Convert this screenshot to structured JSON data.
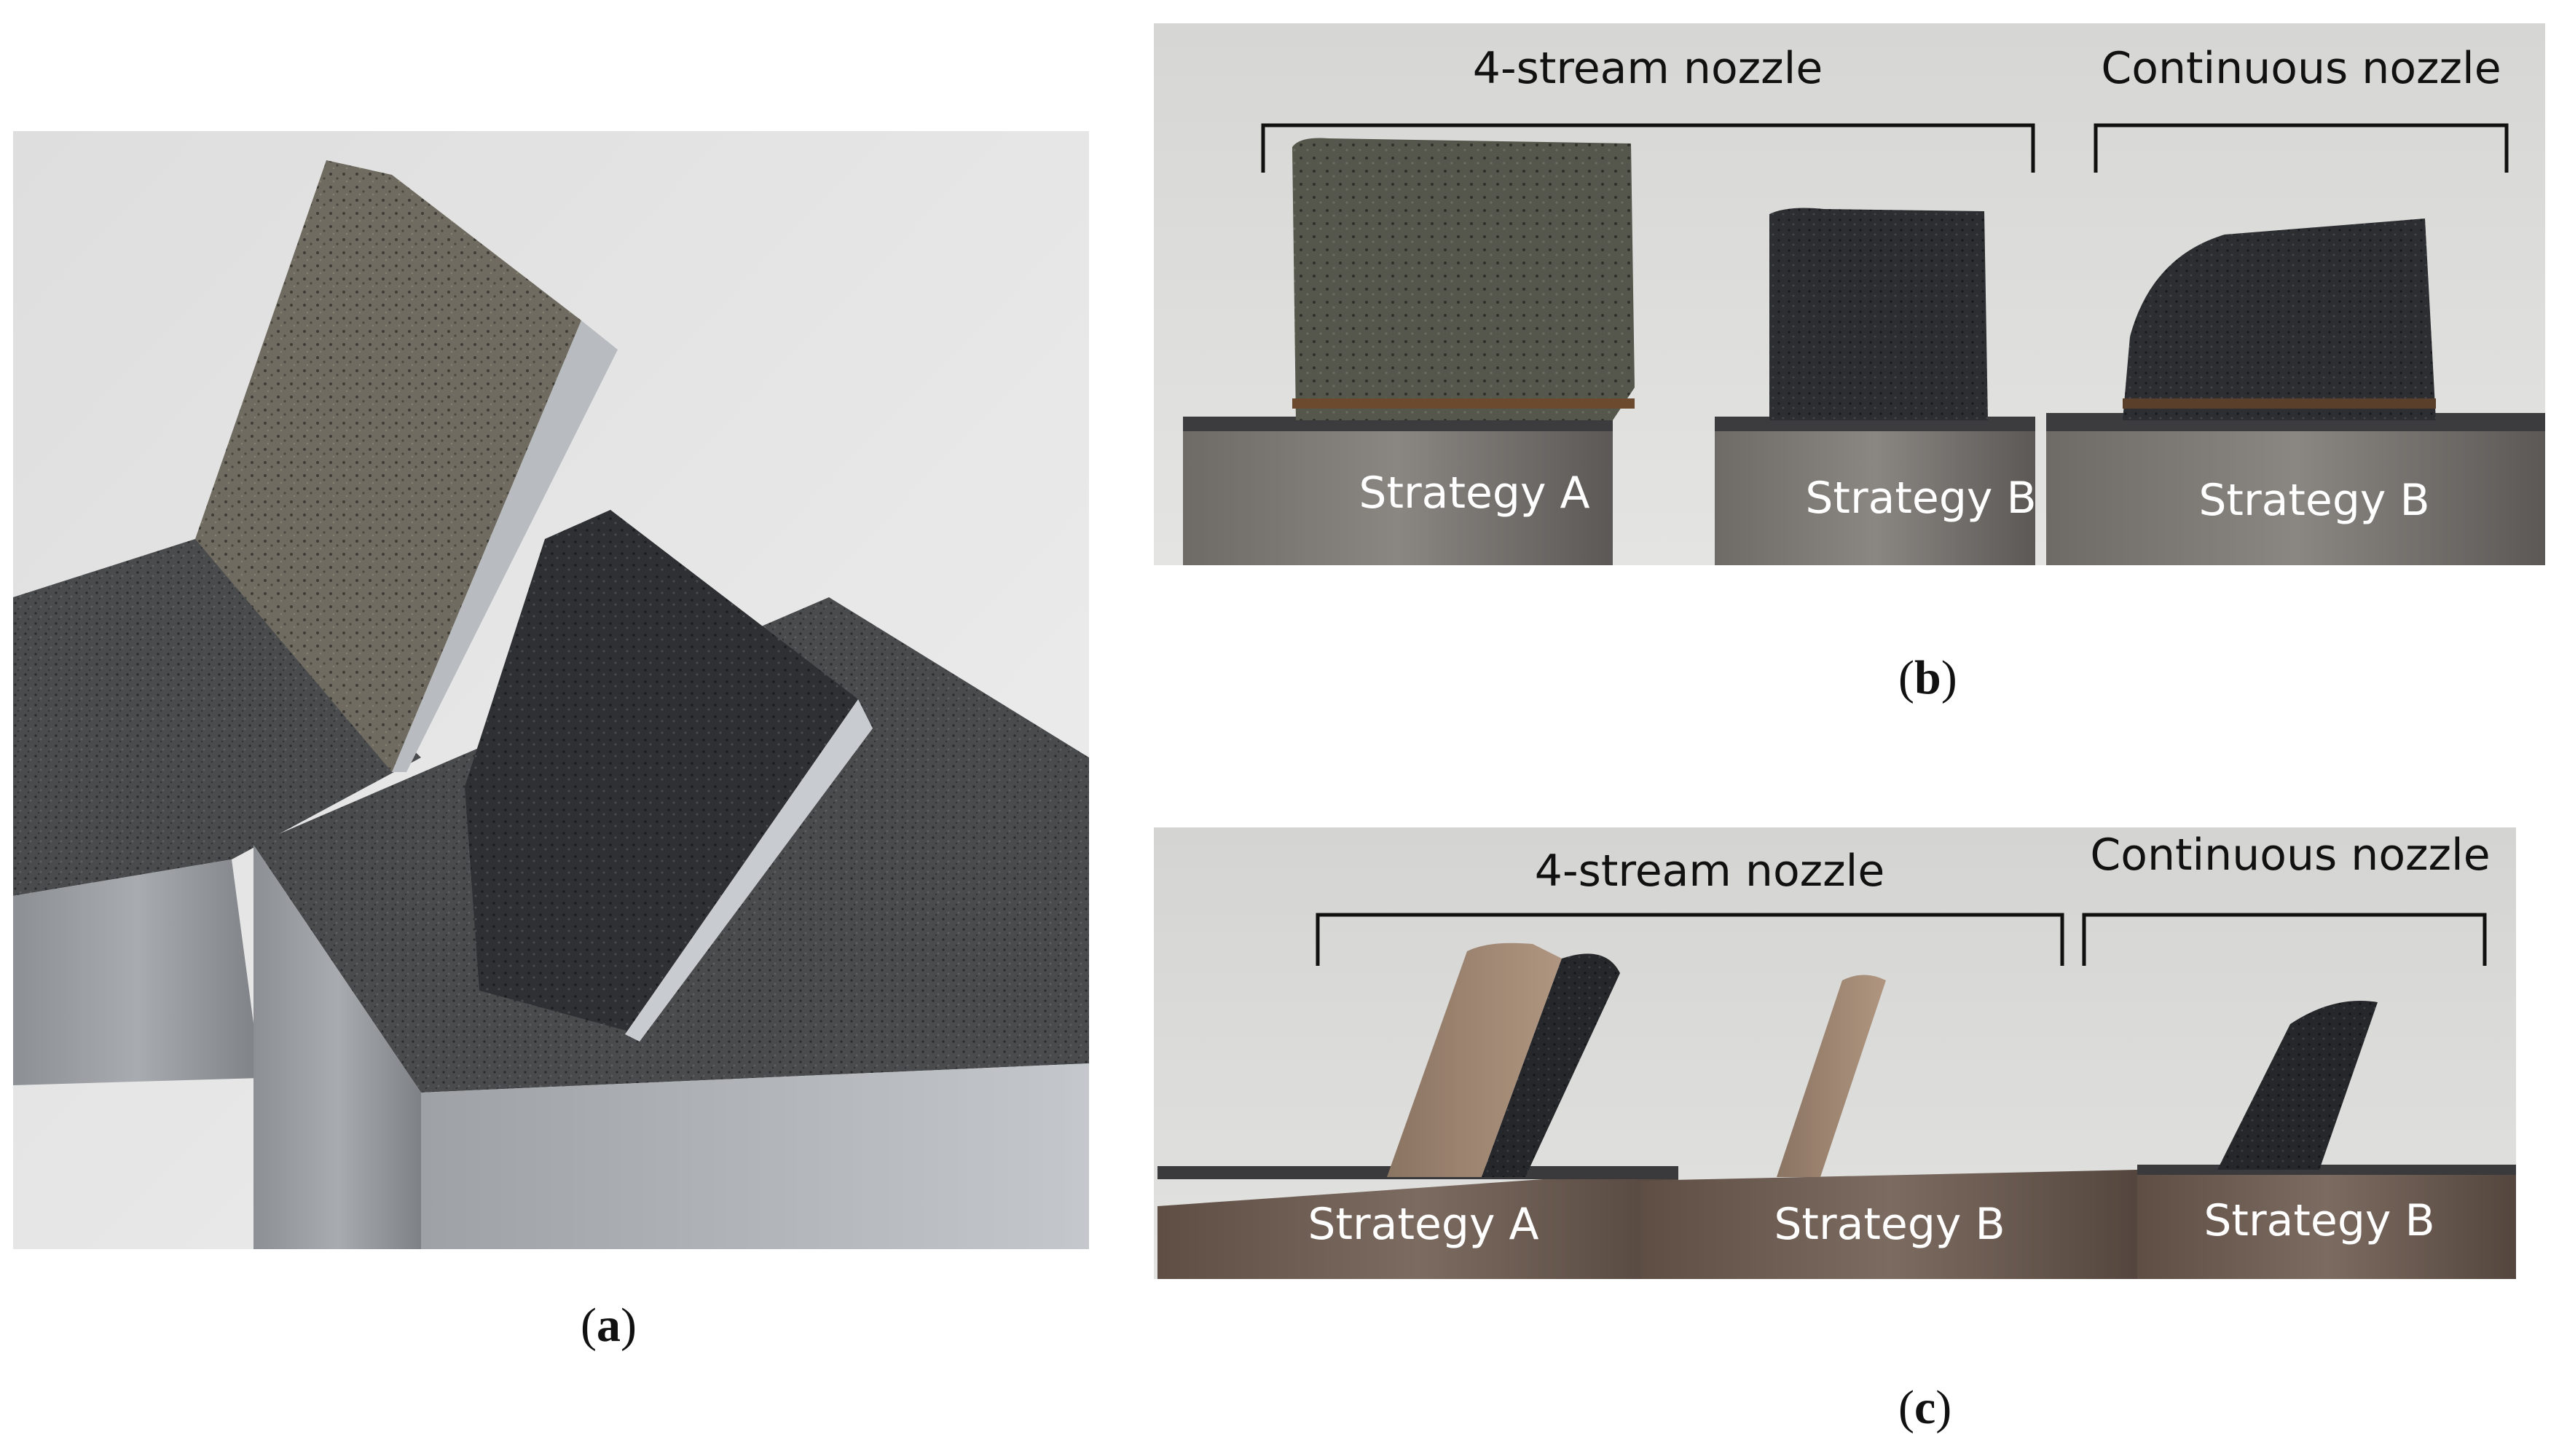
{
  "panel_a": {
    "caption_open": "(",
    "caption_letter": "a",
    "caption_close": ")"
  },
  "panel_b": {
    "caption_open": "(",
    "caption_letter": "b",
    "caption_close": ")",
    "group_left": "4-stream nozzle",
    "group_right": "Continuous nozzle",
    "sample_1": "Strategy A",
    "sample_2": "Strategy B",
    "sample_3": "Strategy B"
  },
  "panel_c": {
    "caption_open": "(",
    "caption_letter": "c",
    "caption_close": ")",
    "group_left": "4-stream nozzle",
    "group_right": "Continuous nozzle",
    "sample_1": "Strategy A",
    "sample_2": "Strategy B",
    "sample_3": "Strategy B"
  }
}
